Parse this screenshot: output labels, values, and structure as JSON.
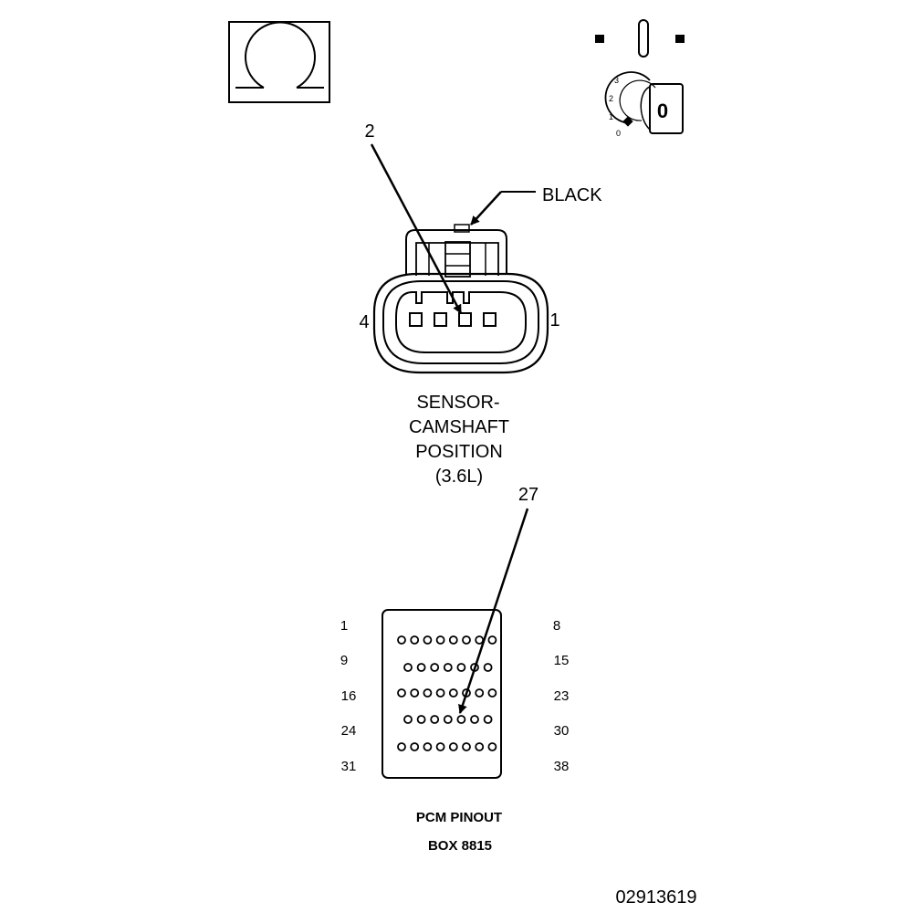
{
  "symbols": {
    "ohm_icon": "ohm-meter-icon",
    "ignition_icon": "ignition-switch-key-icon",
    "ignition_positions": [
      "3",
      "2",
      "1",
      "0"
    ],
    "ignition_key_value": "0"
  },
  "sensor_connector": {
    "callout_pin": "2",
    "color_label": "BLACK",
    "left_pin_label": "4",
    "right_pin_label": "1",
    "name_lines": [
      "SENSOR-",
      "CAMSHAFT",
      "POSITION",
      "(3.6L)"
    ]
  },
  "pcm_connector": {
    "callout_pin": "27",
    "left_row_labels": [
      "1",
      "9",
      "16",
      "24",
      "31"
    ],
    "right_row_labels": [
      "8",
      "15",
      "23",
      "30",
      "38"
    ],
    "title": "PCM PINOUT",
    "subtitle": "BOX 8815"
  },
  "figure_id": "02913619"
}
